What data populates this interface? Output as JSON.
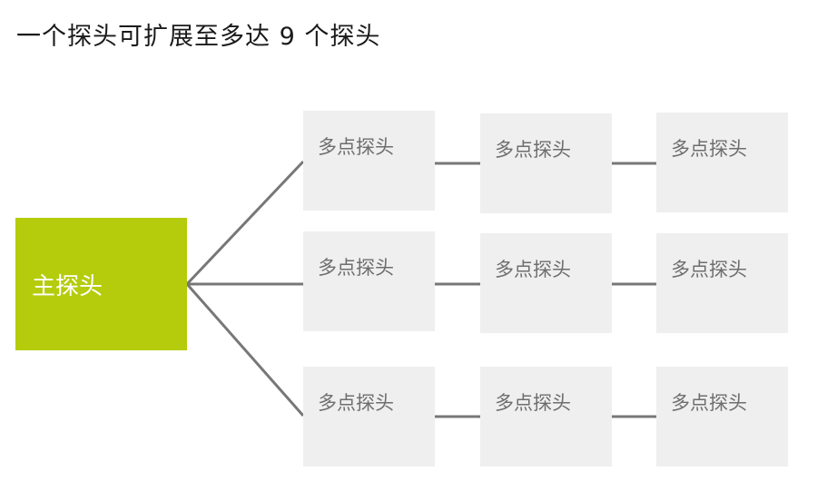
{
  "title": "一个探头可扩展至多达 9 个探头",
  "main_probe": {
    "label": "主探头",
    "color": "#b5cc0c"
  },
  "line_color": "#777777",
  "rows": [
    {
      "nodes": [
        "多点探头",
        "多点探头",
        "多点探头"
      ]
    },
    {
      "nodes": [
        "多点探头",
        "多点探头",
        "多点探头"
      ]
    },
    {
      "nodes": [
        "多点探头",
        "多点探头",
        "多点探头"
      ]
    }
  ]
}
